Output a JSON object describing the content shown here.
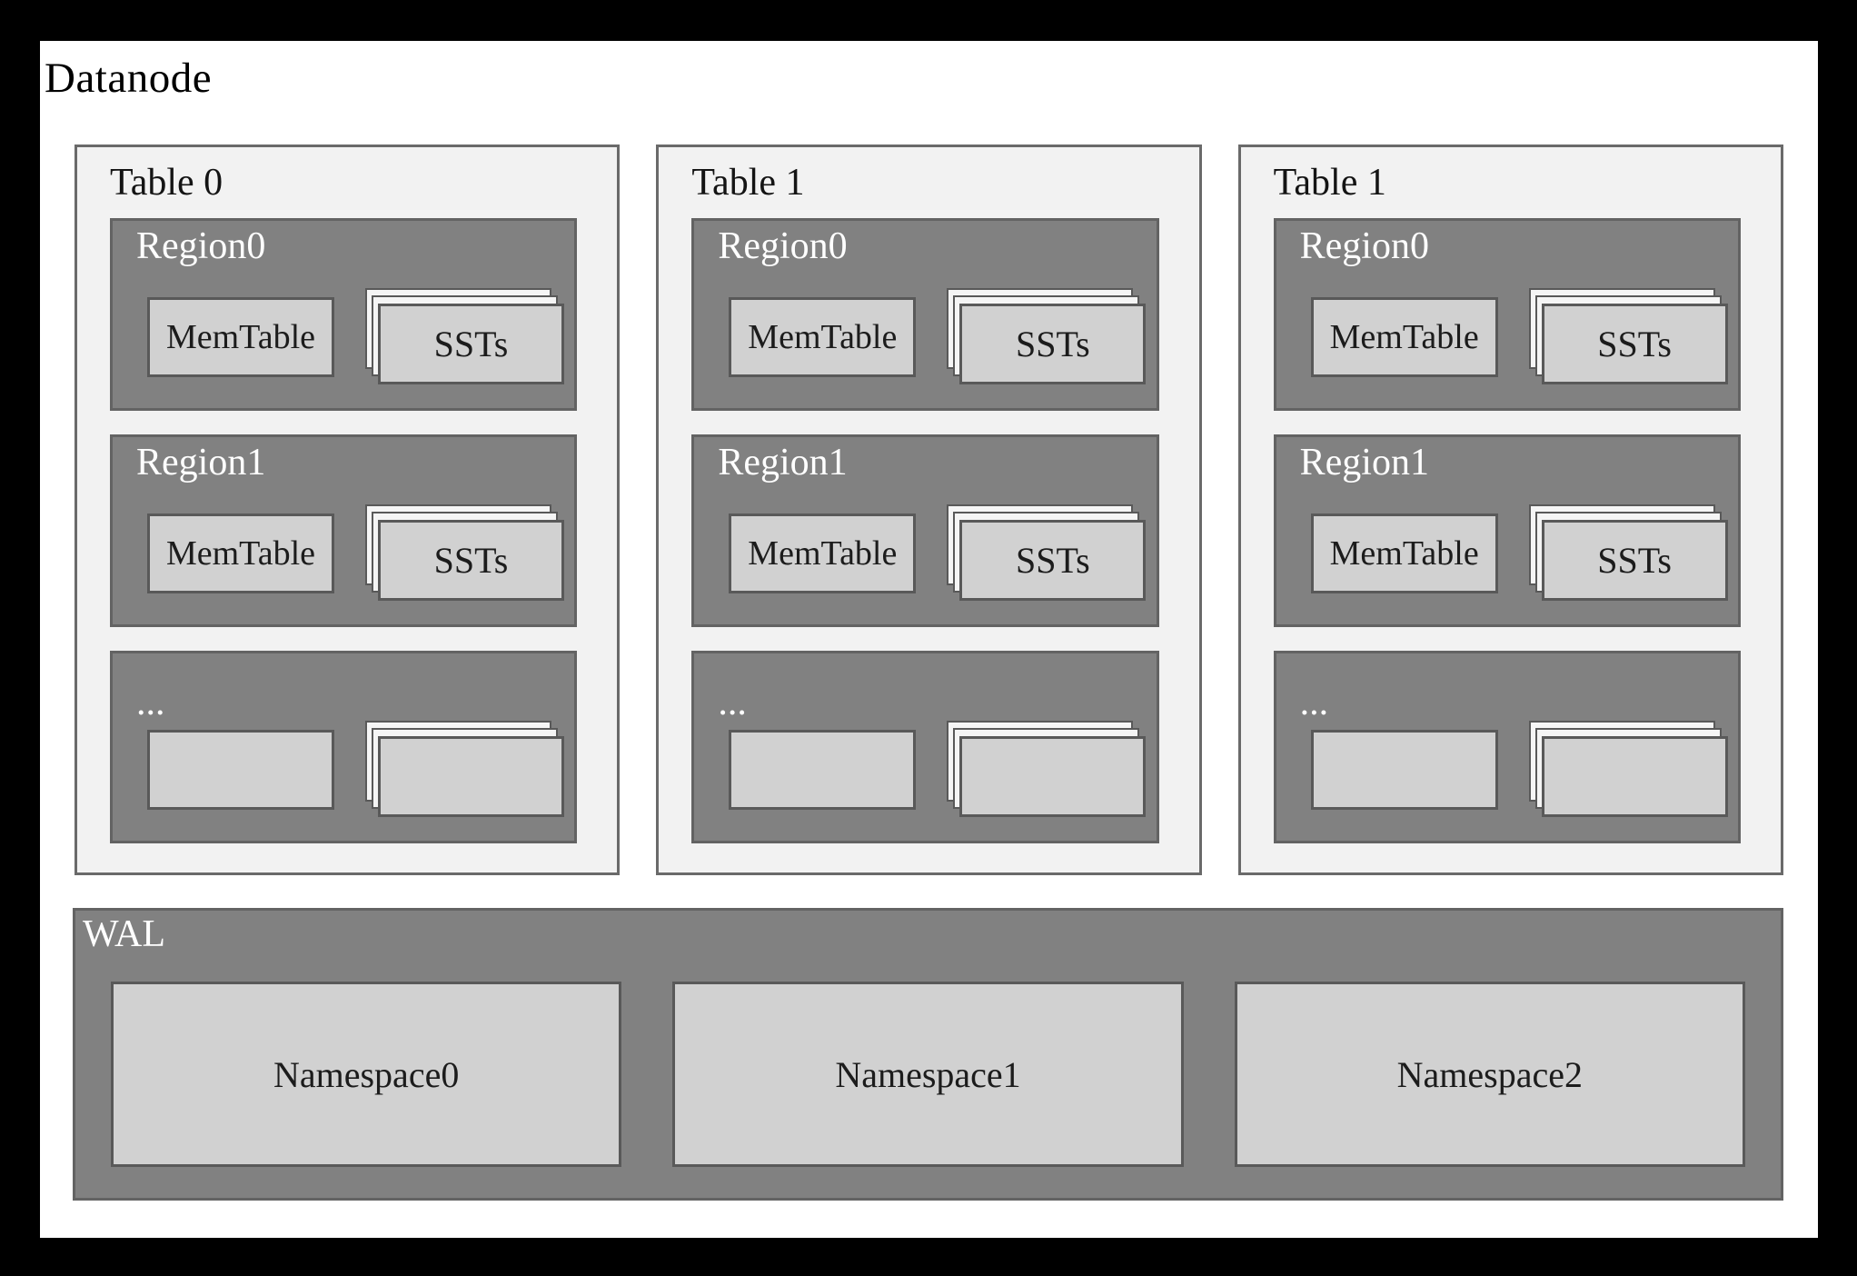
{
  "title": "Datanode",
  "tables": [
    {
      "label": "Table 0",
      "regions": [
        {
          "label": "Region0",
          "memtable_label": "MemTable",
          "ssts_label": "SSTs"
        },
        {
          "label": "Region1",
          "memtable_label": "MemTable",
          "ssts_label": "SSTs"
        },
        {
          "label": "...",
          "memtable_label": "",
          "ssts_label": ""
        }
      ]
    },
    {
      "label": "Table 1",
      "regions": [
        {
          "label": "Region0",
          "memtable_label": "MemTable",
          "ssts_label": "SSTs"
        },
        {
          "label": "Region1",
          "memtable_label": "MemTable",
          "ssts_label": "SSTs"
        },
        {
          "label": "...",
          "memtable_label": "",
          "ssts_label": ""
        }
      ]
    },
    {
      "label": "Table 1",
      "regions": [
        {
          "label": "Region0",
          "memtable_label": "MemTable",
          "ssts_label": "SSTs"
        },
        {
          "label": "Region1",
          "memtable_label": "MemTable",
          "ssts_label": "SSTs"
        },
        {
          "label": "...",
          "memtable_label": "",
          "ssts_label": ""
        }
      ]
    }
  ],
  "wal": {
    "label": "WAL",
    "namespaces": [
      {
        "label": "Namespace0"
      },
      {
        "label": "Namespace1"
      },
      {
        "label": "Namespace2"
      }
    ]
  },
  "colors": {
    "outer_frame": "#000000",
    "panel_background": "#ffffff",
    "table_fill": "#f2f2f2",
    "region_fill": "#818181",
    "inner_box_fill": "#d1d1d1",
    "stack_back_fill": "#f5f5f5",
    "box_border": "#595959",
    "label_on_dark": "#ffffff",
    "label_on_light": "#1c1c1c"
  }
}
